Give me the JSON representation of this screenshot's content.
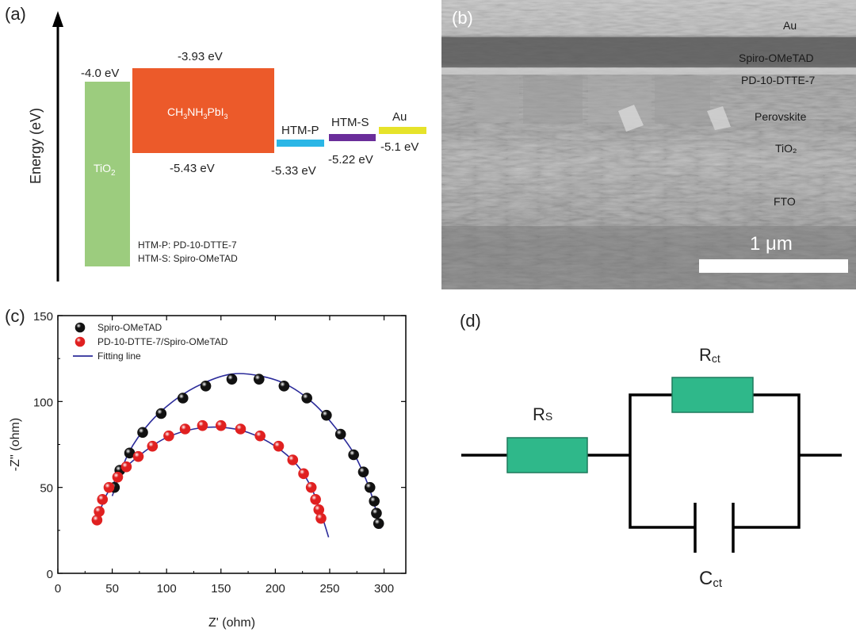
{
  "panels": {
    "a": "(a)",
    "b": "(b)",
    "c": "(c)",
    "d": "(d)"
  },
  "energy_diagram": {
    "axis_label": "Energy (eV)",
    "tio2": {
      "name": "TiO",
      "sub": "2",
      "level": "-4.0 eV",
      "color": "#9ccc7e"
    },
    "perovskite": {
      "name_parts": [
        "CH",
        "3",
        "NH",
        "3",
        "PbI",
        "3"
      ],
      "top": "-3.93 eV",
      "bottom": "-5.43 eV",
      "color": "#ec5a2a"
    },
    "htm_p": {
      "name": "HTM-P",
      "level": "-5.33 eV",
      "color": "#2bb6e6"
    },
    "htm_s": {
      "name": "HTM-S",
      "level": "-5.22 eV",
      "color": "#6a2d9a"
    },
    "au": {
      "name": "Au",
      "level": "-5.1 eV",
      "color": "#e6e32a"
    },
    "notes": [
      "HTM-P: PD-10-DTTE-7",
      "HTM-S: Spiro-OMeTAD"
    ]
  },
  "sem_image": {
    "layers": [
      "Au",
      "Spiro-OMeTAD",
      "PD-10-DTTE-7",
      "Perovskite",
      "TiO₂",
      "FTO"
    ],
    "scale_bar": "1 μm"
  },
  "chart_data": {
    "type": "scatter",
    "xlabel": "Z' (ohm)",
    "ylabel": "-Z'' (ohm)",
    "xlim": [
      0,
      320
    ],
    "ylim": [
      0,
      150
    ],
    "xticks": [
      0,
      50,
      100,
      150,
      200,
      250,
      300
    ],
    "yticks": [
      0,
      50,
      100,
      150
    ],
    "legend_position": "top-left",
    "series": [
      {
        "name": "Spiro-OMeTAD",
        "color": "#111111",
        "x": [
          52,
          57,
          66,
          78,
          95,
          115,
          136,
          160,
          185,
          208,
          229,
          247,
          260,
          272,
          281,
          287,
          291,
          293,
          295
        ],
        "y": [
          50,
          60,
          70,
          82,
          93,
          102,
          109,
          113,
          113,
          109,
          102,
          92,
          81,
          69,
          59,
          50,
          42,
          35,
          29
        ]
      },
      {
        "name": "PD-10-DTTE-7/Spiro-OMeTAD",
        "color": "#e02020",
        "x": [
          36,
          38,
          41,
          47,
          55,
          63,
          74,
          87,
          102,
          117,
          133,
          150,
          168,
          186,
          203,
          216,
          226,
          233,
          237,
          240,
          242
        ],
        "y": [
          31,
          36,
          43,
          50,
          56,
          62,
          68,
          74,
          80,
          84,
          86,
          86,
          84,
          80,
          74,
          66,
          58,
          50,
          43,
          37,
          32
        ]
      }
    ],
    "fit_lines": [
      {
        "name": "Fitting line",
        "color": "#2b2b9a",
        "x": [
          50,
          65,
          85,
          110,
          135,
          160,
          185,
          210,
          235,
          255,
          272,
          285,
          292,
          297
        ],
        "y": [
          45,
          70,
          88,
          102,
          111,
          116,
          115,
          110,
          99,
          85,
          70,
          52,
          38,
          26
        ]
      },
      {
        "name": "",
        "color": "#2b2b9a",
        "x": [
          37,
          45,
          60,
          80,
          100,
          125,
          150,
          175,
          200,
          220,
          233,
          242,
          249
        ],
        "y": [
          33,
          46,
          60,
          71,
          79,
          84,
          85,
          82,
          74,
          63,
          50,
          35,
          21
        ]
      }
    ]
  },
  "circuit": {
    "rs": {
      "main": "R",
      "sub": "S"
    },
    "rct": {
      "main": "R",
      "sub": "ct"
    },
    "cct": {
      "main": "C",
      "sub": "ct"
    },
    "resistor_color": "#2fb88a"
  }
}
